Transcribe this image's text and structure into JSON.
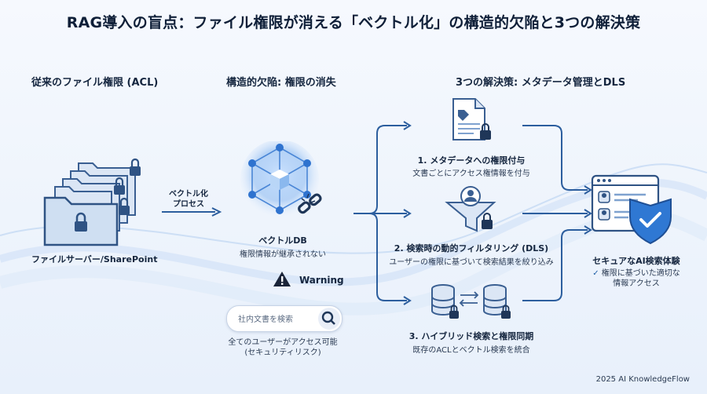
{
  "title": "RAG導入の盲点：ファイル権限が消える「ベクトル化」の構造的欠陥と3つの解決策",
  "columns": {
    "left": "従来のファイル権限 (ACL)",
    "middle": "構造的欠陥: 権限の消失",
    "right": "3つの解決策: メタデータ管理とDLS"
  },
  "left": {
    "caption": "ファイルサーバー/SharePoint",
    "process_line1": "ベクトル化",
    "process_line2": "プロセス"
  },
  "middle": {
    "db_label": "ベクトルDB",
    "db_sub": "権限情報が継承されない",
    "warning": "Warning",
    "search_placeholder": "社内文書を検索",
    "risk_line1": "全てのユーザーがアクセス可能",
    "risk_line2": "(セキュリティリスク)"
  },
  "solutions": [
    {
      "title": "1. メタデータへの権限付与",
      "desc": "文書ごとにアクセス権情報を付与"
    },
    {
      "title": "2. 検索時の動的フィルタリング (DLS)",
      "desc": "ユーザーの権限に基づいて検索結果を絞り込み"
    },
    {
      "title": "3. ハイブリッド検索と権限同期",
      "desc": "既存のACLとベクトル検索を統合"
    }
  ],
  "result": {
    "title": "セキュアなAI検索体験",
    "check": "✓",
    "line1": "権限に基づいた適切な",
    "line2": "情報アクセス"
  },
  "footer": "2025 AI KnowledgeFlow",
  "colors": {
    "accent": "#1f5fa8",
    "light_blue": "#7fb0e6",
    "warning": "#1b2438",
    "bg": "#eef4fc"
  }
}
